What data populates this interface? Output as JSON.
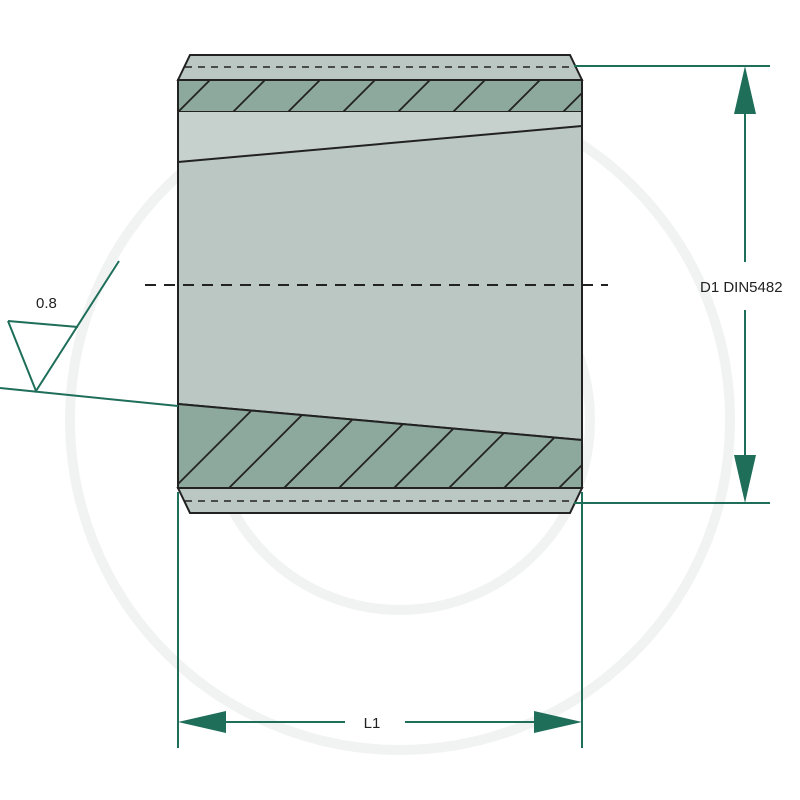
{
  "labels": {
    "diameter": "D1 DIN5482",
    "length": "L1",
    "roughness": "0.8"
  },
  "colors": {
    "dimension": "#1e6e5a",
    "section_fill": "#8da89d",
    "bore_fill": "#bac7c2",
    "outline": "#222222",
    "watermark": "#f1f3f2"
  }
}
